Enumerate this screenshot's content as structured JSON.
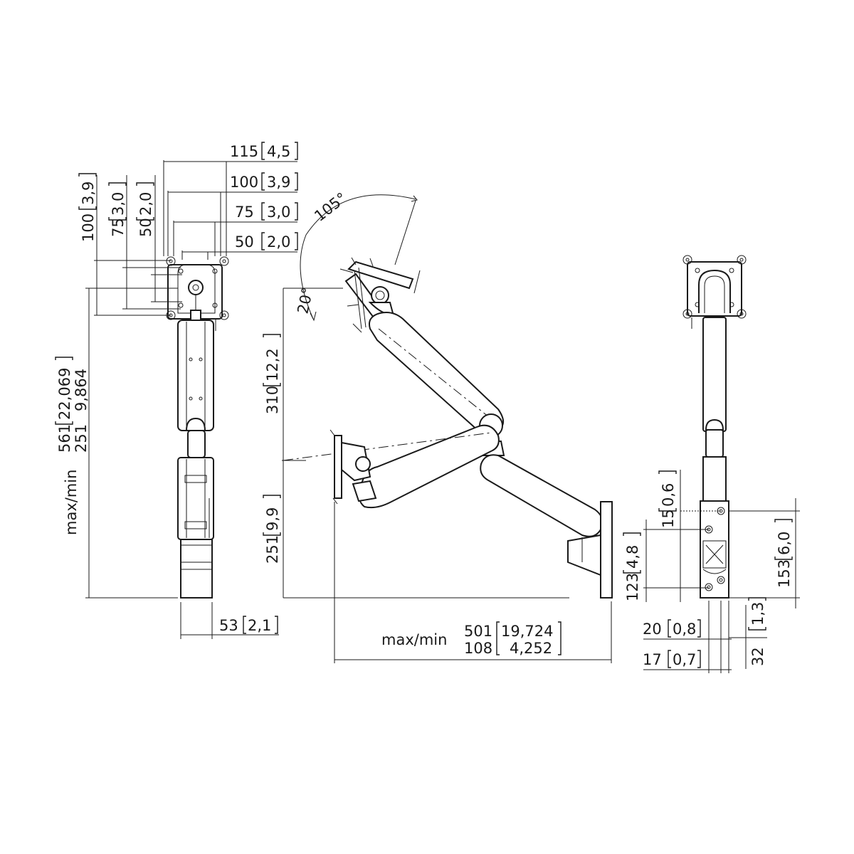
{
  "front_view": {
    "vesa_width_labels": [
      {
        "mm": "115",
        "in": "4,5"
      },
      {
        "mm": "100",
        "in": "3,9"
      },
      {
        "mm": "75",
        "in": "3,0"
      },
      {
        "mm": "50",
        "in": "2,0"
      }
    ],
    "vesa_height_labels": [
      {
        "mm": "100",
        "in": "3,9"
      },
      {
        "mm": "75",
        "in": "3,0"
      },
      {
        "mm": "50",
        "in": "2,0"
      }
    ],
    "height_prefix": "max/min",
    "height_max": {
      "mm": "561",
      "in": "22,069"
    },
    "height_min": {
      "mm": "251",
      "in": "9,864"
    },
    "base_width": {
      "mm": "53",
      "in": "2,1"
    }
  },
  "side_view": {
    "tilt_up": "105°",
    "tilt_down": "20°",
    "arm_height": {
      "mm": "310",
      "in": "12,2"
    },
    "lower_height": {
      "mm": "251",
      "in": "9,9"
    },
    "reach_prefix": "max/min",
    "reach_max": {
      "mm": "501",
      "in": "19,724"
    },
    "reach_min": {
      "mm": "108",
      "in": "4,252"
    }
  },
  "back_view": {
    "top_offset": {
      "mm": "15",
      "in": "0,6"
    },
    "hole_spacing": {
      "mm": "123",
      "in": "4,8"
    },
    "plate_height": {
      "mm": "153",
      "in": "6,0"
    },
    "edge_offset": {
      "mm": "20",
      "in": "0,8"
    },
    "plate_depth": {
      "mm": "32",
      "in": "1,3"
    },
    "hole_offset": {
      "mm": "17",
      "in": "0,7"
    }
  }
}
